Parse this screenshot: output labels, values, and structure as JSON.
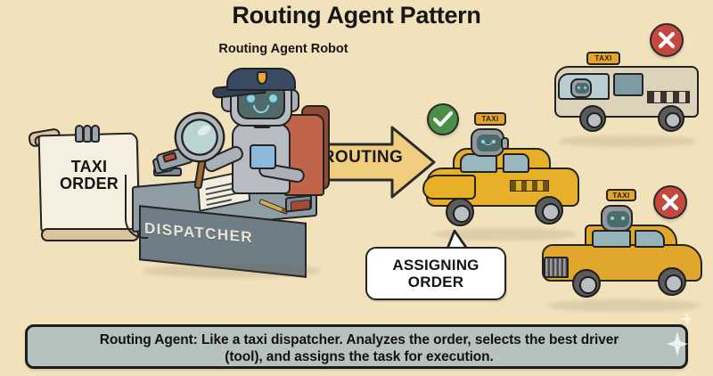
{
  "page": {
    "title": "Routing Agent Pattern",
    "subtitle": "Routing Agent Robot",
    "background_color": "#f2e2bb"
  },
  "scroll": {
    "label_line1": "TAXI",
    "label_line2": "ORDER",
    "icon": "scroll-document-icon",
    "clip_icon": "paper-clip-icon"
  },
  "desk": {
    "label": "DISPATCHER",
    "scanner_icon": "barcode-scanner-icon",
    "paper_icon": "paper-sheet-icon",
    "pencil_icon": "pencil-icon",
    "stamp_icon": "stamp-icon"
  },
  "robot": {
    "name": "routing-agent-robot",
    "cap_badge_icon": "police-badge-icon",
    "tool_icon": "magnifying-glass-icon",
    "eye_color": "#86d7e8",
    "cap_color": "#3b4a63",
    "body_color": "#b6bcc1"
  },
  "arrow": {
    "label": "ROUTING",
    "color": "#f0cd7f",
    "border_color": "#2b2b2b",
    "icon": "right-arrow-icon"
  },
  "bubble": {
    "line1": "ASSIGNING",
    "line2": "ORDER",
    "icon": "speech-bubble-icon"
  },
  "vehicles": [
    {
      "id": "van",
      "sign": "TAXI",
      "status": "rejected",
      "status_icon": "x-mark-icon",
      "status_color": "#c4483c",
      "body_color": "#ddd3bb"
    },
    {
      "id": "taxi-sedan-selected",
      "sign": "TAXI",
      "status": "selected",
      "status_icon": "check-mark-icon",
      "status_color": "#4a8f48",
      "body_color": "#e8b029"
    },
    {
      "id": "luxury-sedan",
      "sign": "TAXI",
      "status": "rejected",
      "status_icon": "x-mark-icon",
      "status_color": "#c4483c",
      "body_color": "#e0a72c"
    }
  ],
  "caption": {
    "line1": "Routing Agent: Like a taxi dispatcher. Analyzes the order, selects the best driver",
    "line2": "(tool), and assigns the task for execution.",
    "background_color": "#b6c2be",
    "border_color": "#1c1c1c"
  }
}
